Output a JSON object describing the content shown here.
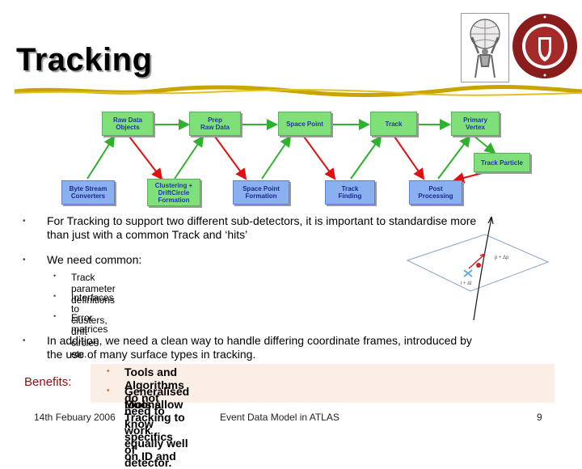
{
  "slide": {
    "title": "Tracking",
    "flow_boxes": [
      {
        "label": "Raw Data\nObjects",
        "kind": "green"
      },
      {
        "label": "Prep\nRaw Data",
        "kind": "green"
      },
      {
        "label": "Space Point",
        "kind": "green"
      },
      {
        "label": "Track",
        "kind": "green"
      },
      {
        "label": "Primary\nVertex",
        "kind": "green"
      },
      {
        "label": "Track Particle",
        "kind": "green"
      },
      {
        "label": "Byte Stream\nConverters",
        "kind": "blue"
      },
      {
        "label": "Clustering +\nDriftCircle\nFormation",
        "kind": "green"
      },
      {
        "label": "Space Point\nFormation",
        "kind": "blue"
      },
      {
        "label": "Track\nFinding",
        "kind": "blue"
      },
      {
        "label": "Post\nProcessing",
        "kind": "blue"
      }
    ],
    "bullets": {
      "b1_line1": "For  Tracking to support two different sub-detectors, it is important to standardise more",
      "b1_line2": "than just with a common Track and ‘hits’",
      "b2": "We need common:",
      "sub1": "Track parameter definitions",
      "sub2": "Interfaces to clusters, drift circles etc.",
      "sub3": "Error matrices",
      "b3_line1": "In addition, we need a clean way to handle differing coordinate frames, introduced by",
      "b3_line2": "the use of many surface types in tracking."
    },
    "geometry_labels": {
      "top": "p + Δp",
      "bottom": "l + Δl"
    },
    "benefits_label": "Benefits:",
    "benefits": {
      "b1": "Tools and Algorithms do not need to know specifics of detector.",
      "b2_line1": "Generalised tools allow Tracking to work equally well on ID and",
      "b2_line2": "Muons."
    },
    "footer": {
      "date": "14th Febuary 2006",
      "center": "Event Data Model in ATLAS",
      "page": "9"
    },
    "colors": {
      "green_box": "#7fe07a",
      "blue_box": "#8ab0f0",
      "arrow_green": "#2fb02f",
      "arrow_red": "#e01010",
      "benefits_bg": "#fbeee7",
      "benefits_label": "#8b1010"
    }
  }
}
